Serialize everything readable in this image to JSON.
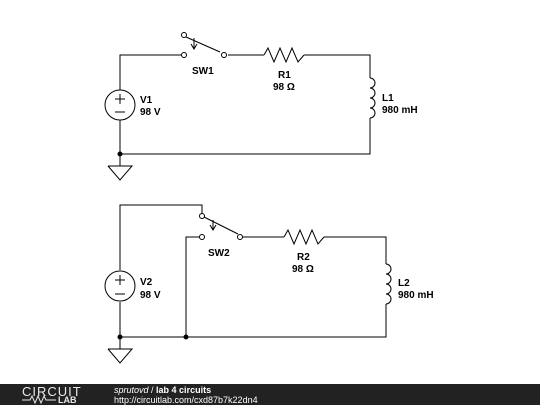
{
  "circuit1": {
    "switch": {
      "label": "SW1"
    },
    "resistor": {
      "name": "R1",
      "value": "98 Ω"
    },
    "inductor": {
      "name": "L1",
      "value": "980 mH"
    },
    "source": {
      "name": "V1",
      "value": "98 V"
    }
  },
  "circuit2": {
    "switch": {
      "label": "SW2"
    },
    "resistor": {
      "name": "R2",
      "value": "98 Ω"
    },
    "inductor": {
      "name": "L2",
      "value": "980 mH"
    },
    "source": {
      "name": "V2",
      "value": "98 V"
    }
  },
  "footer": {
    "logo_top": "CIRCUIT",
    "logo_bottom": "LAB",
    "author": "sprutovd",
    "separator": " / ",
    "title": "lab 4 circuits",
    "url": "http://circuitlab.com/cxd87b7k22dn4"
  }
}
